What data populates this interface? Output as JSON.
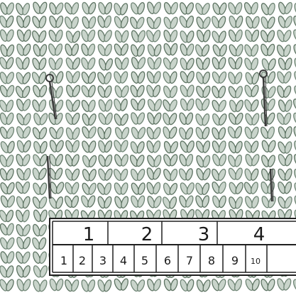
{
  "illustration": {
    "subject": "knitted-fabric-with-pins-and-ruler",
    "colors": {
      "stitch_fill": "#c9d4cb",
      "stitch_stroke": "#6f8575",
      "stitch_dark": "#5d7362",
      "pin": "#3a3a3a",
      "ruler_line": "#1f1f1f",
      "background": "#ffffff"
    },
    "ruler": {
      "major_labels": [
        "1",
        "2",
        "3",
        "4"
      ],
      "minor_labels": [
        "1",
        "2",
        "3",
        "4",
        "5",
        "6",
        "7",
        "8",
        "9",
        "10"
      ]
    },
    "pins": [
      {
        "name": "pin-top-left"
      },
      {
        "name": "pin-top-right"
      },
      {
        "name": "pin-bottom-left"
      },
      {
        "name": "pin-bottom-right"
      }
    ]
  }
}
